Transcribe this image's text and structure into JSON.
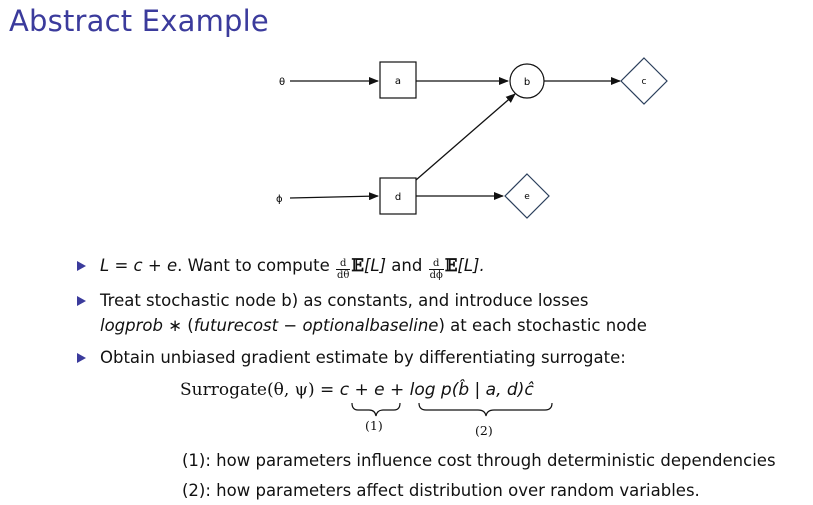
{
  "slide": {
    "title": "Abstract Example"
  },
  "diagram": {
    "input_theta": "θ",
    "input_phi": "ϕ",
    "node_a": "a",
    "node_b": "b",
    "node_c": "c",
    "node_d": "d",
    "node_e": "e"
  },
  "bullets": {
    "b1_L": "L",
    "b1_eq": " = ",
    "b1_rhs_c": "c",
    "b1_plus": " + ",
    "b1_rhs_e": "e",
    "b1_text": ". Want to compute ",
    "b1_frac1_num": "d",
    "b1_frac1_den": "dθ",
    "b1_E1": "𝔼",
    "b1_L1": "[L]",
    "b1_and": " and ",
    "b1_frac2_num": "d",
    "b1_frac2_den": "dϕ",
    "b1_E2": "𝔼",
    "b1_L2": "[L].",
    "b2_line1": "Treat stochastic node b) as constants, and introduce losses",
    "b2_line2_italic1": "logprob",
    "b2_line2_op": " ∗ (",
    "b2_line2_italic2": "futurecost",
    "b2_line2_minus": " − ",
    "b2_line2_italic3": "optionalbaseline",
    "b2_line2_rest": ") at each stochastic node",
    "b3_text": "Obtain unbiased gradient estimate by differentiating surrogate:"
  },
  "formula": {
    "lhs": "Surrogate(θ, ψ) = ",
    "term1": "c + e",
    "plus": " + ",
    "term2": "log p(b̂ | a, d)ĉ",
    "label1": "(1)",
    "label2": "(2)"
  },
  "notes": {
    "n1": "(1): how parameters influence cost through deterministic dependencies",
    "n2": "(2): how parameters affect distribution over random variables."
  },
  "colors": {
    "title": "#3b3b9c",
    "bullet_marker": "#3b3b9c",
    "diamond_stroke": "#2b3f5c"
  }
}
